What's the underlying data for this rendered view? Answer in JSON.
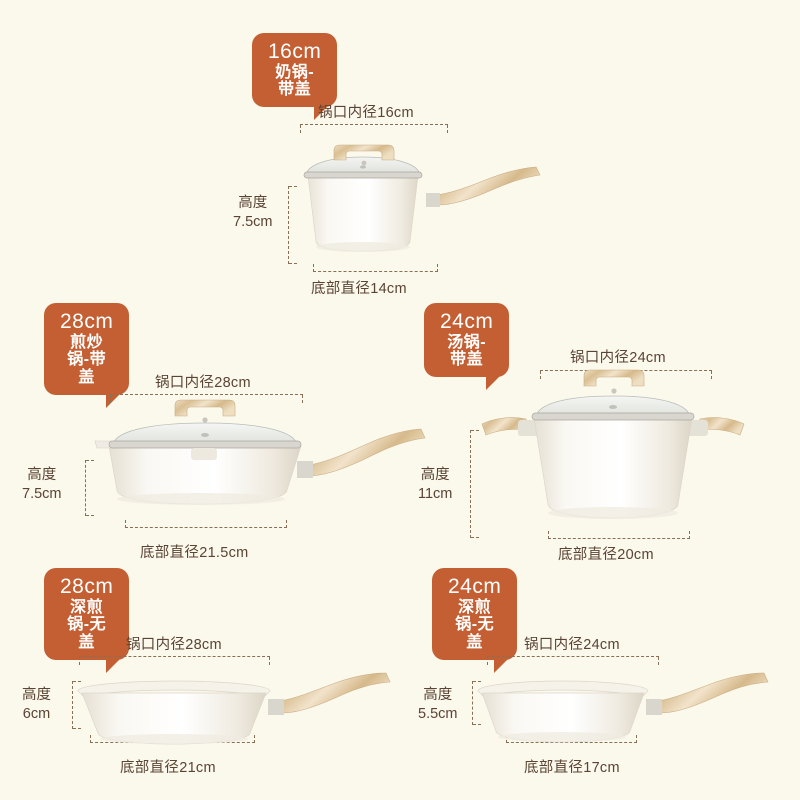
{
  "page": {
    "background_color": "#FBF8EC",
    "text_color": "#5A4434",
    "badge_color": "#C35F32",
    "bracket_color": "#8A6F57"
  },
  "labels": {
    "rim_prefix": "锅口内径",
    "base_prefix": "底部直径",
    "height_word": "高度"
  },
  "products": [
    {
      "id": "milk-pot-16",
      "badge_size": "16cm",
      "badge_name": "奶锅-带盖",
      "rim_label": "锅口内径16cm",
      "height_word": "高度",
      "height_value": "7.5cm",
      "base_label": "底部直径14cm",
      "rim_cm": 16,
      "height_cm": 7.5,
      "base_cm": 14,
      "has_lid": true,
      "handle_type": "long"
    },
    {
      "id": "wok-28",
      "badge_size": "28cm",
      "badge_name": "煎炒锅-带盖",
      "rim_label": "锅口内径28cm",
      "height_word": "高度",
      "height_value": "7.5cm",
      "base_label": "底部直径21.5cm",
      "rim_cm": 28,
      "height_cm": 7.5,
      "base_cm": 21.5,
      "has_lid": true,
      "handle_type": "long"
    },
    {
      "id": "soup-pot-24",
      "badge_size": "24cm",
      "badge_name": "汤锅-带盖",
      "rim_label": "锅口内径24cm",
      "height_word": "高度",
      "height_value": "11cm",
      "base_label": "底部直径20cm",
      "rim_cm": 24,
      "height_cm": 11,
      "base_cm": 20,
      "has_lid": true,
      "handle_type": "ears"
    },
    {
      "id": "deep-pan-28",
      "badge_size": "28cm",
      "badge_name": "深煎锅-无盖",
      "rim_label": "锅口内径28cm",
      "height_word": "高度",
      "height_value": "6cm",
      "base_label": "底部直径21cm",
      "rim_cm": 28,
      "height_cm": 6,
      "base_cm": 21,
      "has_lid": false,
      "handle_type": "long"
    },
    {
      "id": "deep-pan-24",
      "badge_size": "24cm",
      "badge_name": "深煎锅-无盖",
      "rim_label": "锅口内径24cm",
      "height_word": "高度",
      "height_value": "5.5cm",
      "base_label": "底部直径17cm",
      "rim_cm": 24,
      "height_cm": 5.5,
      "base_cm": 17,
      "has_lid": false,
      "handle_type": "long"
    }
  ]
}
